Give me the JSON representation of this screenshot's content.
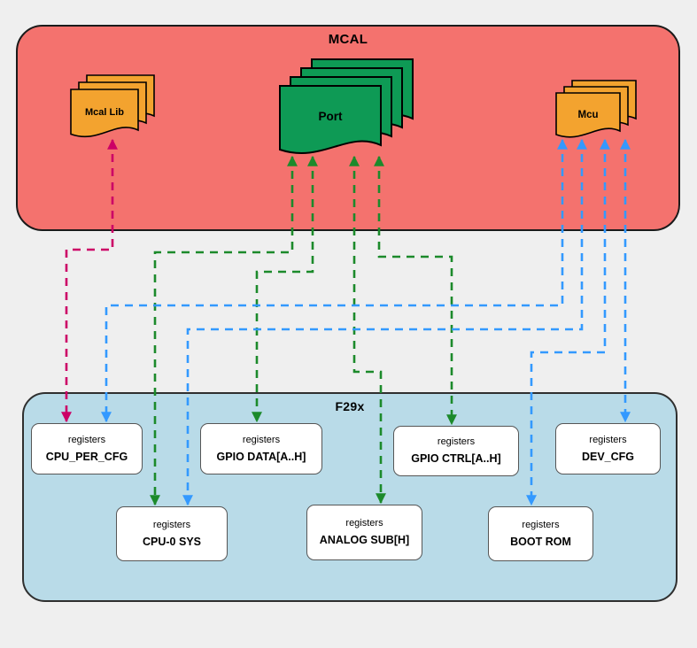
{
  "diagram": {
    "background": "#efefef",
    "mcal": {
      "title": "MCAL",
      "fill": "#f4726e",
      "border": "#1a1a1a"
    },
    "f29x": {
      "title": "F29x",
      "fill": "#b9dbe8",
      "border": "#2f2f2f"
    },
    "modules": {
      "mcal_lib": {
        "label": "Mcal Lib",
        "fill": "#f3a32f",
        "shape": "document-stack"
      },
      "port": {
        "label": "Port",
        "fill": "#0e9a55",
        "shape": "document-stack"
      },
      "mcu": {
        "label": "Mcu",
        "fill": "#f3a32f",
        "shape": "document-stack"
      }
    },
    "registers": [
      {
        "caption": "registers",
        "name": "CPU_PER_CFG"
      },
      {
        "caption": "registers",
        "name": "GPIO DATA[A..H]"
      },
      {
        "caption": "registers",
        "name": "GPIO CTRL[A..H]"
      },
      {
        "caption": "registers",
        "name": "DEV_CFG"
      },
      {
        "caption": "registers",
        "name": "CPU-0 SYS"
      },
      {
        "caption": "registers",
        "name": "ANALOG SUB[H]"
      },
      {
        "caption": "registers",
        "name": "BOOT ROM"
      }
    ],
    "connections": {
      "line_style": "dashed",
      "arrows": "both-ends",
      "mcal_lib_color": "#cc0066",
      "port_color": "#1c8a2b",
      "mcu_color": "#3399ff",
      "links": [
        {
          "from": "Mcal Lib",
          "to": "CPU_PER_CFG"
        },
        {
          "from": "Port",
          "to": "CPU-0 SYS"
        },
        {
          "from": "Port",
          "to": "GPIO DATA[A..H]"
        },
        {
          "from": "Port",
          "to": "ANALOG SUB[H]"
        },
        {
          "from": "Port",
          "to": "GPIO CTRL[A..H]"
        },
        {
          "from": "Mcu",
          "to": "CPU_PER_CFG"
        },
        {
          "from": "Mcu",
          "to": "CPU-0 SYS"
        },
        {
          "from": "Mcu",
          "to": "BOOT ROM"
        },
        {
          "from": "Mcu",
          "to": "DEV_CFG"
        }
      ]
    }
  }
}
